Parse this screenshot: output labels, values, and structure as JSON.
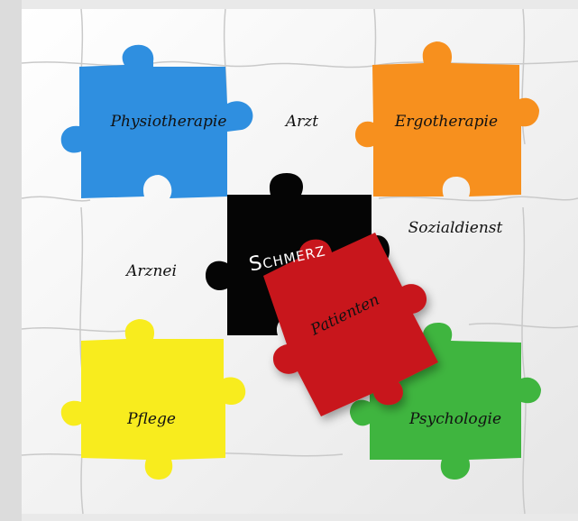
{
  "puzzle": {
    "center": "Schmerz",
    "overlay": "Patienten",
    "labels": {
      "physiotherapie": "Physiotherapie",
      "arzt": "Arzt",
      "ergotherapie": "Ergotherapie",
      "arznei": "Arznei",
      "sozialdienst": "Sozialdienst",
      "pflege": "Pflege",
      "psychologie": "Psychologie"
    },
    "colors": {
      "white": "#f5f5f5",
      "blue": "#2f8fe0",
      "orange": "#f7901e",
      "black": "#050505",
      "red": "#c8181d",
      "yellow": "#f8ec1e",
      "green": "#3fb53f"
    }
  }
}
